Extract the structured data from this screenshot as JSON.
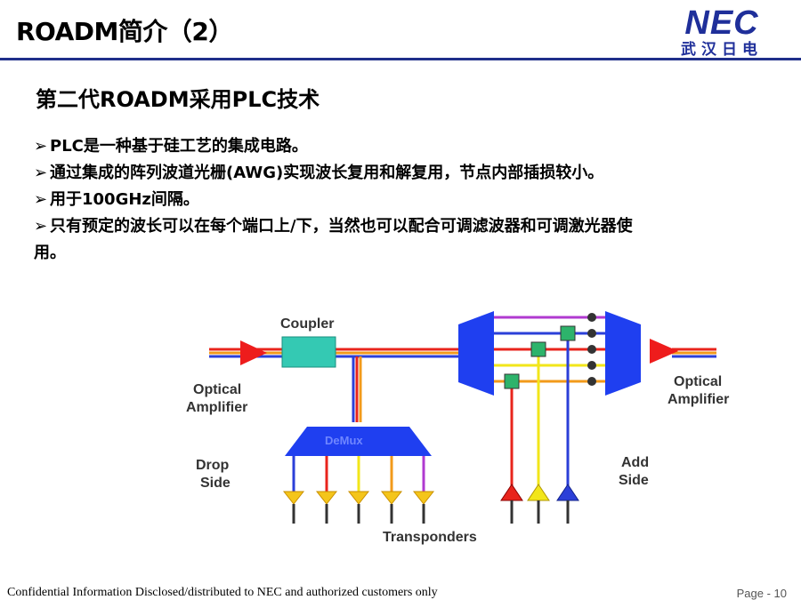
{
  "header": {
    "title": "ROADM简介（2）",
    "logo_main": "NEC",
    "logo_sub": "武汉日电"
  },
  "content": {
    "subtitle": "第二代ROADM采用PLC技术",
    "bullets": [
      {
        "mark": "➢",
        "text": "PLC是一种基于硅工艺的集成电路。"
      },
      {
        "mark": "➢",
        "text": "通过集成的阵列波道光栅(AWG)实现波长复用和解复用，节点内部插损较小。"
      },
      {
        "mark": "➢",
        "text": "用于100GHz间隔。"
      },
      {
        "mark": "➢",
        "text": "只有预定的波长可以在每个端口上/下，当然也可以配合可调滤波器和可调激光器使用。"
      }
    ]
  },
  "diagram": {
    "coupler": "Coupler",
    "demux": "DeMux",
    "optical_amp_left_1": "Optical",
    "optical_amp_left_2": "Amplifier",
    "optical_amp_right_1": "Optical",
    "optical_amp_right_2": "Amplifier",
    "drop_1": "Drop",
    "drop_2": "Side",
    "add_1": "Add",
    "add_2": "Side",
    "transponders": "Transponders",
    "colors": {
      "amp": "#ee1c1c",
      "coupler": "#34c9b3",
      "demux": "#1f3ff0",
      "line_blue": "#2b3fd8",
      "line_red": "#e8241c",
      "line_yellow": "#f2e61a",
      "line_orange": "#f29a1a",
      "line_purple": "#b03ad0",
      "switch": "#2db36b",
      "drop_tri": "#f4c51a"
    }
  },
  "footer": {
    "confidential": "Confidential Information  Disclosed/distributed to NEC and authorized customers only",
    "page": "Page - 10"
  }
}
